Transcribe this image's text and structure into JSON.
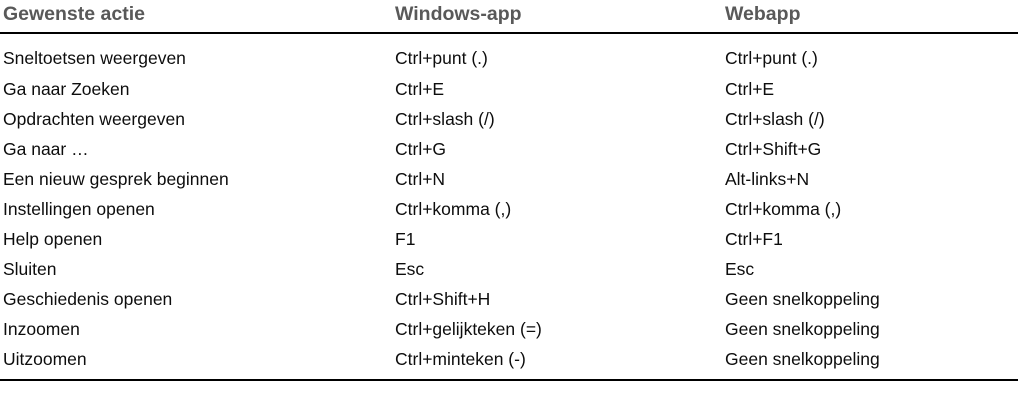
{
  "table": {
    "headers": [
      "Gewenste actie",
      "Windows-app",
      "Webapp"
    ],
    "rows": [
      {
        "action": "Sneltoetsen weergeven",
        "windows": "Ctrl+punt (.)",
        "web": "Ctrl+punt (.)"
      },
      {
        "action": "Ga naar Zoeken",
        "windows": "Ctrl+E",
        "web": "Ctrl+E"
      },
      {
        "action": "Opdrachten weergeven",
        "windows": "Ctrl+slash (/)",
        "web": "Ctrl+slash (/)"
      },
      {
        "action": "Ga naar …",
        "windows": "Ctrl+G",
        "web": "Ctrl+Shift+G"
      },
      {
        "action": "Een nieuw gesprek beginnen",
        "windows": "Ctrl+N",
        "web": "Alt-links+N"
      },
      {
        "action": "Instellingen openen",
        "windows": "Ctrl+komma (,)",
        "web": "Ctrl+komma (,)"
      },
      {
        "action": "Help openen",
        "windows": "F1",
        "web": "Ctrl+F1"
      },
      {
        "action": "Sluiten",
        "windows": "Esc",
        "web": "Esc"
      },
      {
        "action": "Geschiedenis openen",
        "windows": "Ctrl+Shift+H",
        "web": "Geen snelkoppeling"
      },
      {
        "action": "Inzoomen",
        "windows": "Ctrl+gelijkteken (=)",
        "web": "Geen snelkoppeling"
      },
      {
        "action": "Uitzoomen",
        "windows": "Ctrl+minteken (-)",
        "web": "Geen snelkoppeling"
      }
    ]
  },
  "colors": {
    "header_text": "#595959",
    "body_text": "#0d0d0d",
    "rule": "#000000",
    "background": "#ffffff"
  }
}
